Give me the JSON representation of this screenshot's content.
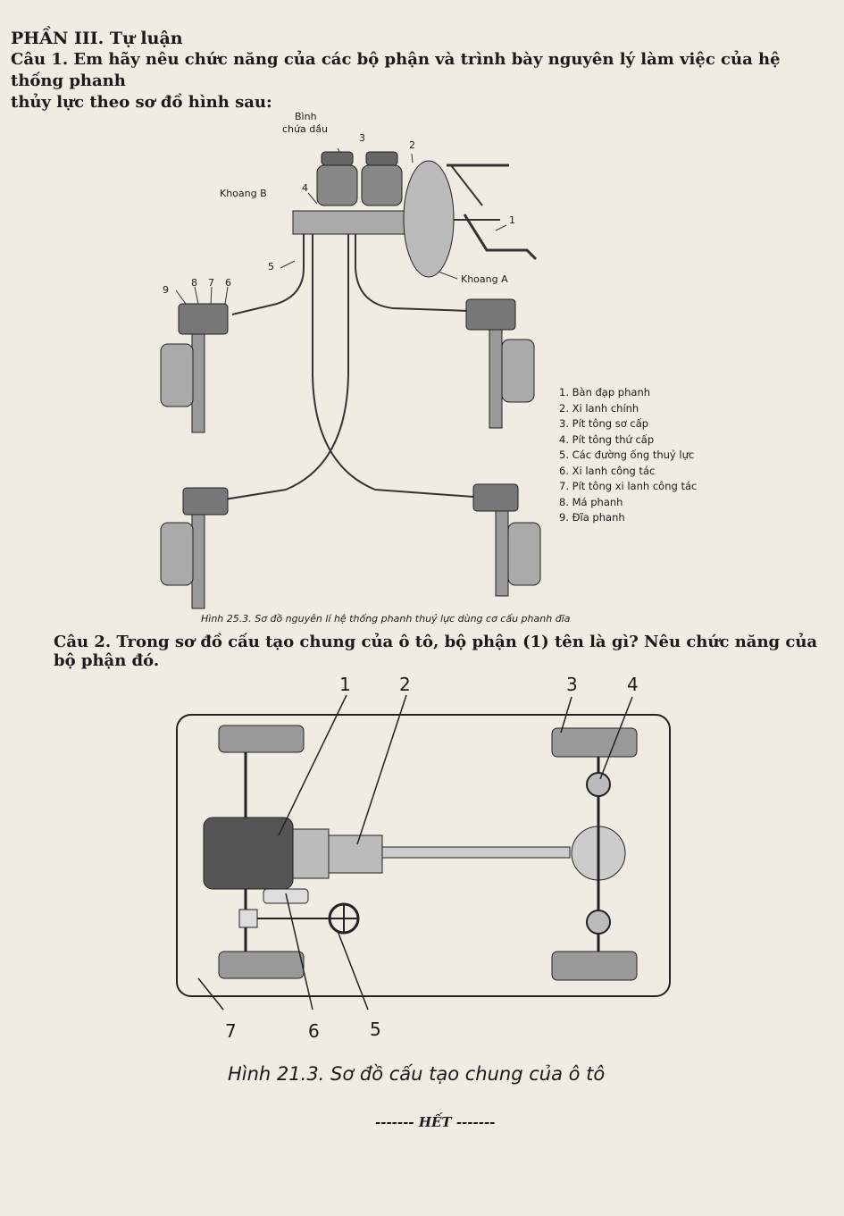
{
  "section_title": "PHẦN III. Tự luận",
  "q1": {
    "text_line1": "Câu 1. Em hãy nêu chức năng của các bộ phận và trình bày nguyên lý làm việc của hệ thống phanh",
    "text_line2": "thủy lực theo sơ đồ hình sau:"
  },
  "figure1": {
    "labels": {
      "binh1": "Bình",
      "binh2": "chứa dầu",
      "n3": "3",
      "n2": "2",
      "khoang_b": "Khoang B",
      "n4": "4",
      "n1": "1",
      "n5": "5",
      "n9": "9",
      "n8": "8",
      "n7": "7",
      "n6": "6",
      "khoang_a": "Khoang A"
    },
    "legend": [
      "1. Bàn đạp phanh",
      "2. Xi lanh chính",
      "3. Pít tông sơ cấp",
      "4. Pít tông thứ cấp",
      "5. Các đường ống thuỷ lực",
      "6. Xi lanh công tác",
      "7. Pít tông xi lanh công tác",
      "8. Má phanh",
      "9. Đĩa phanh"
    ],
    "caption": "Hình 25.3. Sơ đồ nguyên lí hệ thống phanh thuỷ lực dùng cơ cấu phanh đĩa"
  },
  "q2": {
    "text": "Câu 2. Trong sơ đồ cấu tạo chung của ô tô, bộ phận (1) tên là gì? Nêu chức năng của bộ phận đó."
  },
  "figure2": {
    "numbers": [
      "1",
      "2",
      "3",
      "4",
      "5",
      "6",
      "7"
    ],
    "caption": "Hình 21.3. Sơ đồ cấu tạo chung của ô tô"
  },
  "end_text": "HẾT"
}
